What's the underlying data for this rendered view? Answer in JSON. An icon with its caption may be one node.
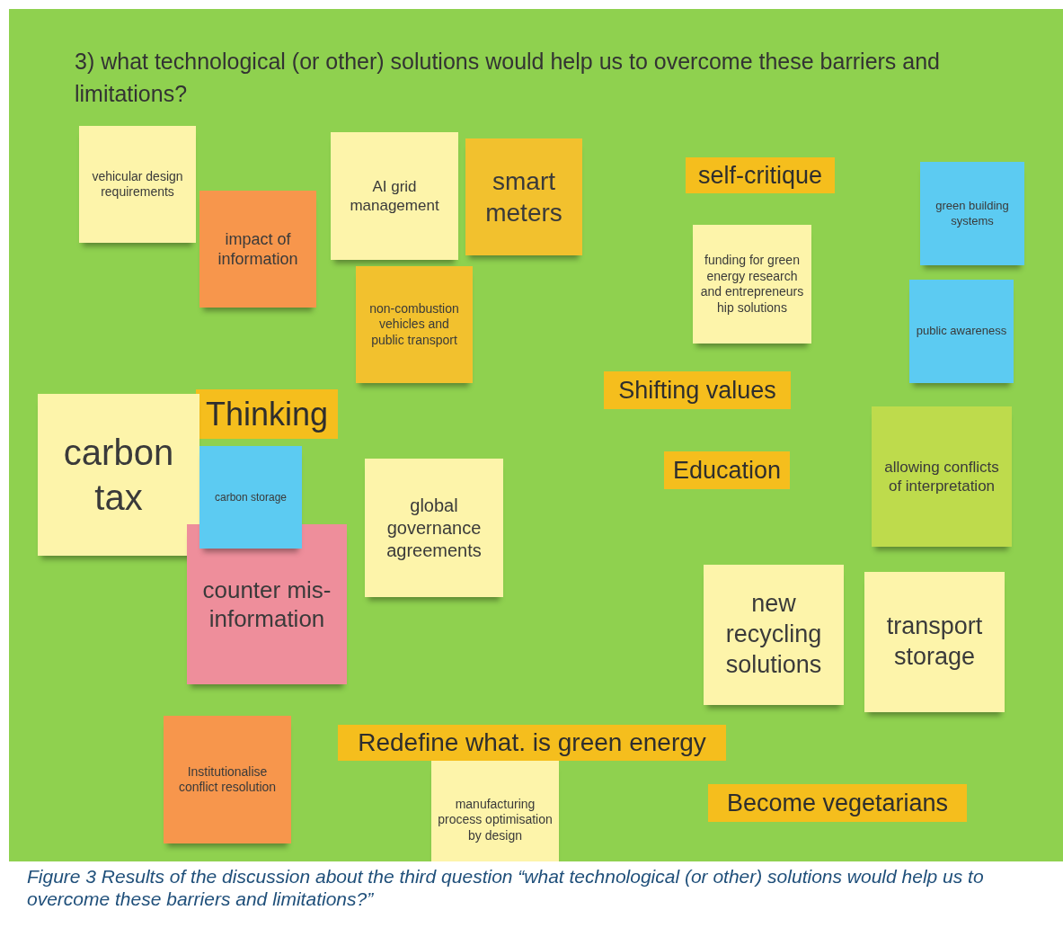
{
  "diagram": {
    "title": "3) what technological (or other) solutions would help us to overcome these barriers and limitations?",
    "caption": "Figure 3 Results of the discussion about the third question “what technological (or other) solutions would help us to overcome these barriers and limitations?”",
    "nodes": [
      {
        "text": [
          "vehicular design requirements"
        ]
      },
      {
        "text": [
          "impact of information"
        ]
      },
      {
        "text": [
          "AI grid management"
        ]
      },
      {
        "text": [
          "smart meters"
        ]
      },
      {
        "text": [
          "non-combustion vehicles and public transport"
        ]
      },
      {
        "text": [
          "self-critique"
        ]
      },
      {
        "text": [
          "green building systems"
        ]
      },
      {
        "text": [
          "funding for green energy research and entrepreneurs hip solutions"
        ]
      },
      {
        "text": [
          "public awareness"
        ]
      },
      {
        "text": [
          "Shifting values"
        ]
      },
      {
        "text": [
          "Thinking"
        ]
      },
      {
        "text": [
          "carbon tax"
        ]
      },
      {
        "text": [
          "carbon storage"
        ]
      },
      {
        "text": [
          "global governance agreements"
        ]
      },
      {
        "text": [
          "Education"
        ]
      },
      {
        "text": [
          "allowing conflicts of interpretation"
        ]
      },
      {
        "text": [
          "counter mis-information"
        ]
      },
      {
        "text": [
          "new recycling solutions"
        ]
      },
      {
        "text": [
          "transport storage"
        ]
      },
      {
        "text": [
          "Redefine what. is green energy"
        ]
      },
      {
        "text": [
          "Institutionalise conflict resolution"
        ]
      },
      {
        "text": [
          "manufacturing process optimisation by design"
        ]
      },
      {
        "text": [
          "Become vegetarians"
        ]
      }
    ]
  }
}
